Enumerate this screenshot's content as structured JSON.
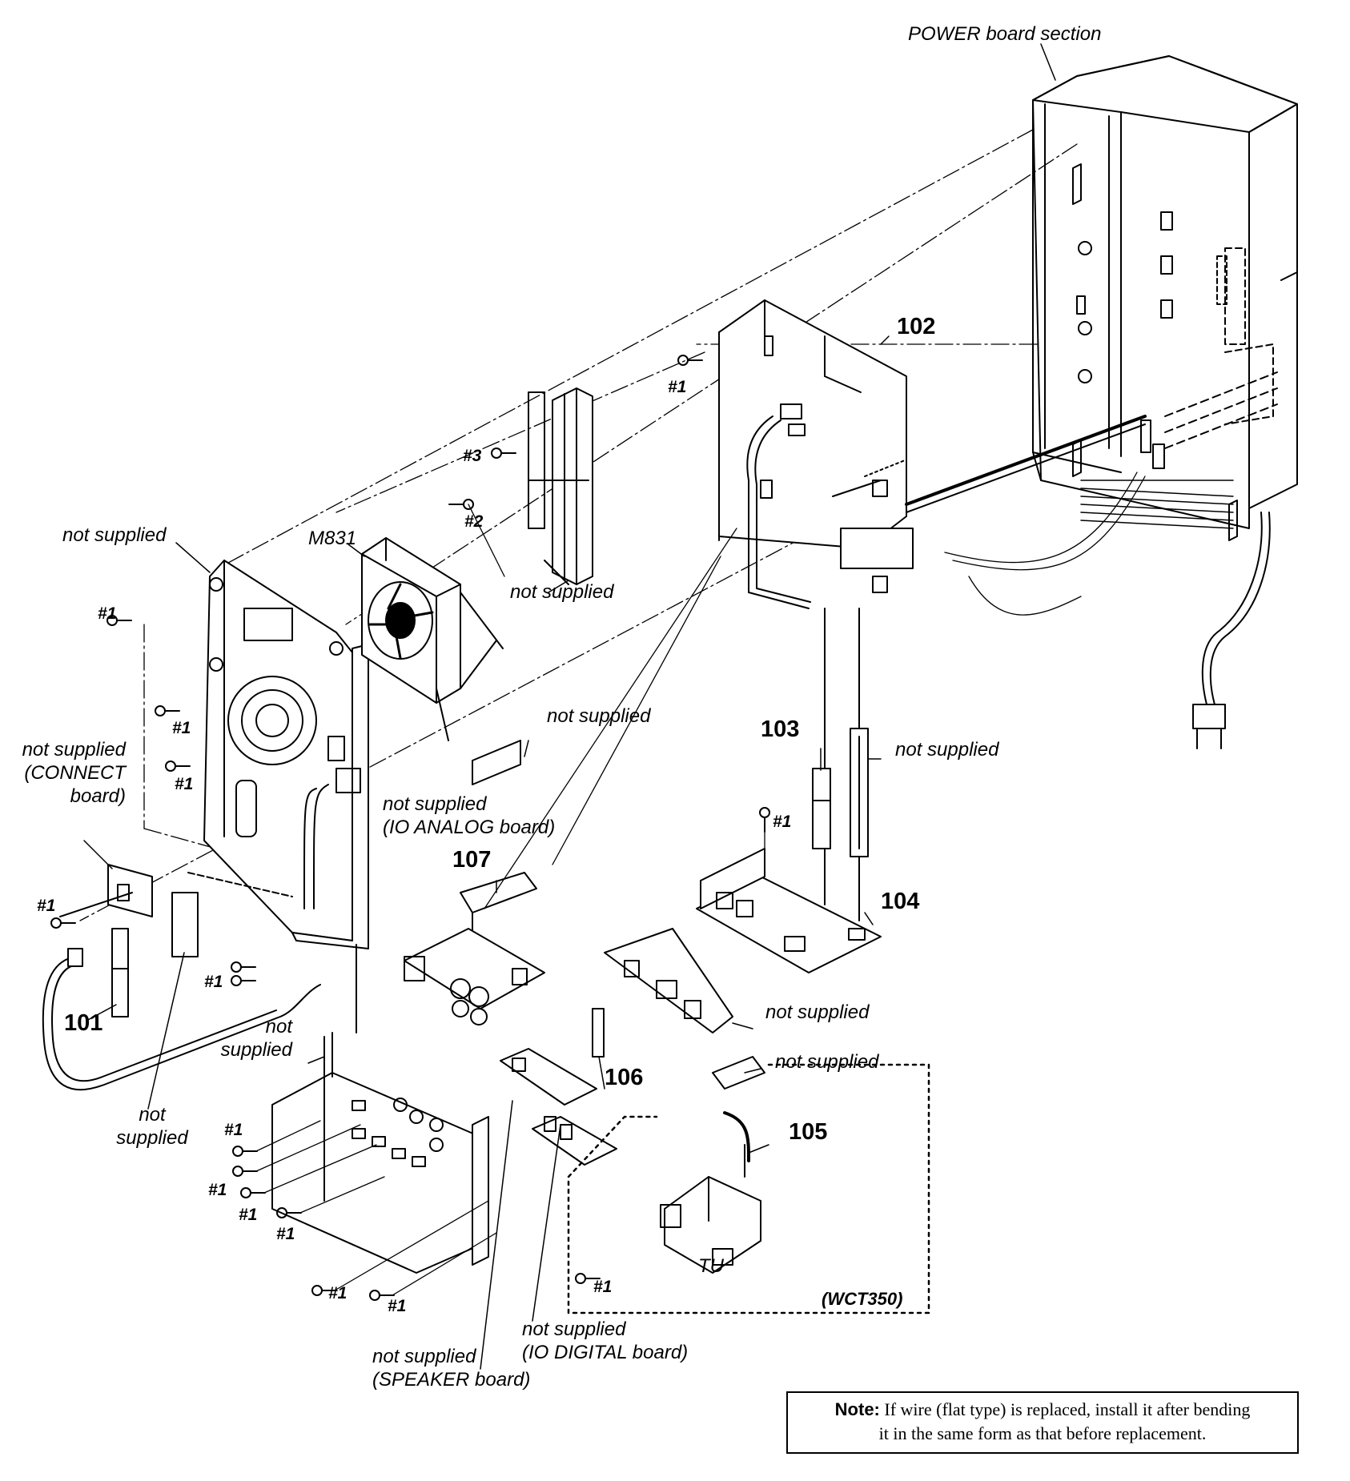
{
  "labels": {
    "power_section": "POWER board section",
    "ns_frame": "not supplied",
    "m831": "M831",
    "ns_bracket": "not supplied",
    "ns_sheet": "not supplied",
    "ns_connect": [
      "not supplied",
      "(CONNECT",
      "board)"
    ],
    "ns_io_analog": [
      "not supplied",
      "(IO ANALOG board)"
    ],
    "ns_cable": "not supplied",
    "ns_plate": "not supplied",
    "ns_tuner_sheet": "not supplied",
    "ns_panel": [
      "not",
      "supplied"
    ],
    "ns_insulator": [
      "not",
      "supplied"
    ],
    "ns_speaker": [
      "not supplied",
      "(SPEAKER board)"
    ],
    "ns_io_digital": [
      "not supplied",
      "(IO DIGITAL board)"
    ],
    "tu": "TU",
    "wct350": "(WCT350)"
  },
  "parts": {
    "p101": "101",
    "p102": "102",
    "p103": "103",
    "p104": "104",
    "p105": "105",
    "p106": "106",
    "p107": "107"
  },
  "screws": {
    "s1": "#1",
    "s2": "#2",
    "s3": "#3"
  },
  "note": {
    "label": "Note:",
    "line1": "If wire (flat type) is replaced, install it after bending",
    "line2": "it in the same form as that before replacement."
  }
}
